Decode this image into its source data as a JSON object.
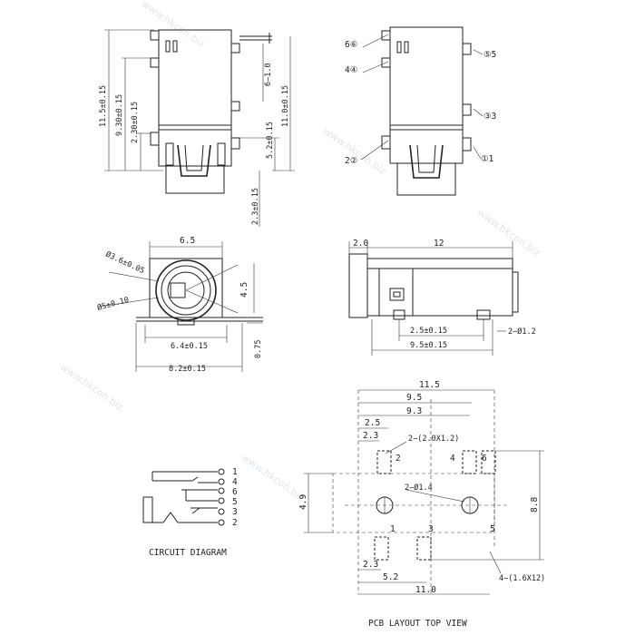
{
  "front_view": {
    "dims": {
      "h_total": "11.5±0.15",
      "h_930": "9.30±0.15",
      "h_230": "2.30±0.15",
      "h_61": "6−1.0",
      "h_110": "11.0±0.15",
      "h_52": "5.2±0.15",
      "h_23": "2.3±0.15"
    }
  },
  "pin_view": {
    "pins": {
      "p6": "6⑥",
      "p4": "4④",
      "p2": "2②",
      "p5": "⑤5",
      "p3": "③3",
      "p1": "①1"
    }
  },
  "end_view": {
    "dims": {
      "w65": "6.5",
      "d36": "Ø3.6±0.05",
      "d5": "Ø5±0.10",
      "h45": "4.5",
      "w64": "6.4±0.15",
      "w82": "8.2±0.15",
      "t075": "0.75"
    }
  },
  "side_view": {
    "dims": {
      "l20": "2.0",
      "l12": "12",
      "l25": "2.5±0.15",
      "l95": "9.5±0.15",
      "d12": "2−Ø1.2"
    }
  },
  "circuit": {
    "title": "CIRCUIT DIAGRAM",
    "pins": [
      "1",
      "4",
      "6",
      "5",
      "3",
      "2"
    ]
  },
  "pcb": {
    "title": "PCB LAYOUT TOP VIEW",
    "dims": {
      "w115": "11.5",
      "w95": "9.5",
      "w93": "9.3",
      "w25": "2.5",
      "w23": "2.3",
      "pad2x12": "2−(2.0X1.2)",
      "hole14": "2−Ø1.4",
      "h49": "4.9",
      "h88": "8.8",
      "w23b": "2.3",
      "w52": "5.2",
      "w110": "11.0",
      "pad16x12": "4−(1.6X12)"
    },
    "pad_labels": [
      "2",
      "4",
      "6",
      "1",
      "3",
      "5"
    ]
  },
  "watermark": "www.hkcon.biz"
}
